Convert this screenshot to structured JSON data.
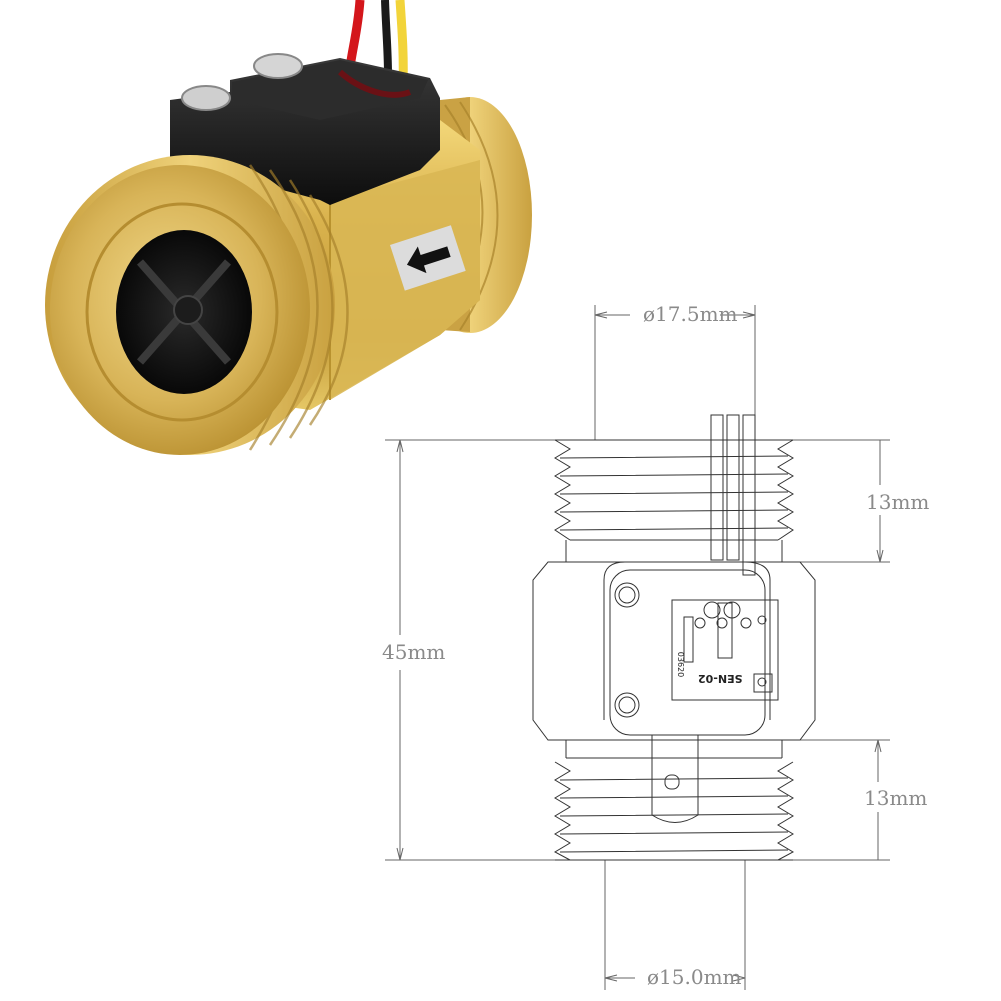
{
  "product": {
    "name": "Brass water flow sensor",
    "flow_direction_label": "flow-direction-arrow",
    "wire_colors": [
      "#d4161b",
      "#1a1a1a",
      "#f2d43a"
    ],
    "body_color": "#d6b24a",
    "housing_color": "#1b1b1b"
  },
  "drawing": {
    "part_marking": "SEN-02",
    "part_code": "03620",
    "dimensions": {
      "top_diameter": "ø17.5mm",
      "bottom_diameter": "ø15.0mm",
      "total_length": "45mm",
      "top_thread_length": "13mm",
      "bottom_thread_length": "13mm"
    }
  }
}
